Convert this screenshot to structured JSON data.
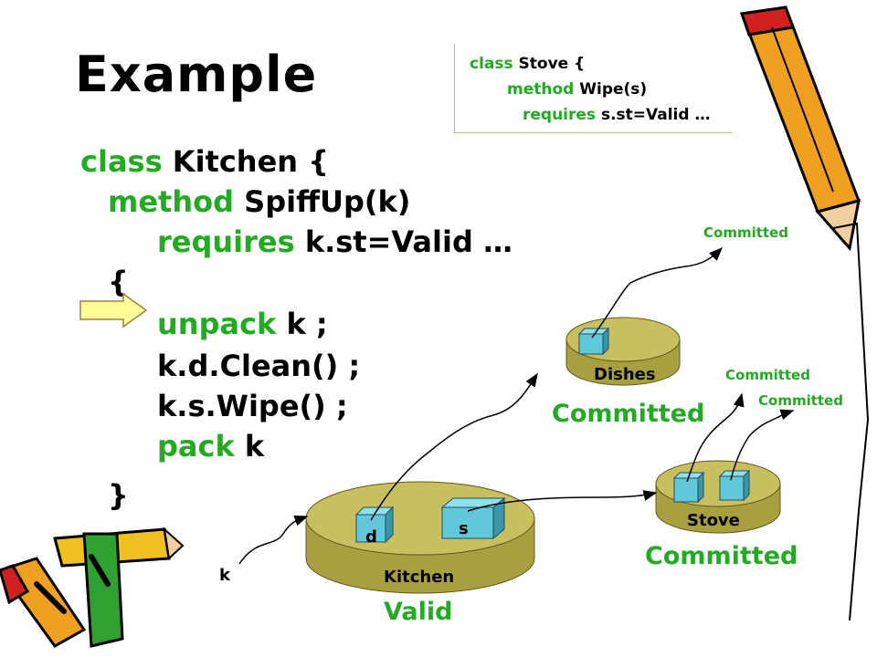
{
  "title": "Example",
  "callout": {
    "line1": {
      "kw": "class",
      "rest": " Stove {"
    },
    "line2": {
      "kw": "method",
      "rest": " Wipe(s)"
    },
    "line3": {
      "kw": "requires",
      "rest": " s.st=Valid …"
    }
  },
  "code": {
    "line1": {
      "kw": "class",
      "rest": " Kitchen {"
    },
    "line2": {
      "kw": "method",
      "rest": " SpiffUp(k)"
    },
    "line3": {
      "kw": "requires",
      "rest": " k.st=Valid …"
    },
    "line4": "{",
    "line5": {
      "kw": "unpack",
      "rest": " k ;"
    },
    "line6": "k.d.Clean() ;",
    "line7": "k.s.Wipe() ;",
    "line8": {
      "kw": "pack",
      "rest": " k"
    },
    "line9": "}"
  },
  "diagram": {
    "kitchen": {
      "label": "Kitchen",
      "state": "Valid",
      "field_d": "d",
      "field_s": "s"
    },
    "dishes": {
      "label": "Dishes",
      "state": "Committed",
      "field_state": "Committed"
    },
    "stove": {
      "label": "Stove",
      "state": "Committed",
      "field1_state": "Committed",
      "field2_state": "Committed"
    },
    "k_label": "k"
  },
  "colors": {
    "keyword": "#22aa22",
    "disk_fill": "#a8a040",
    "disk_top": "#c8c060",
    "cube": "#60c8d8",
    "arrow_fill": "#ffff99"
  }
}
